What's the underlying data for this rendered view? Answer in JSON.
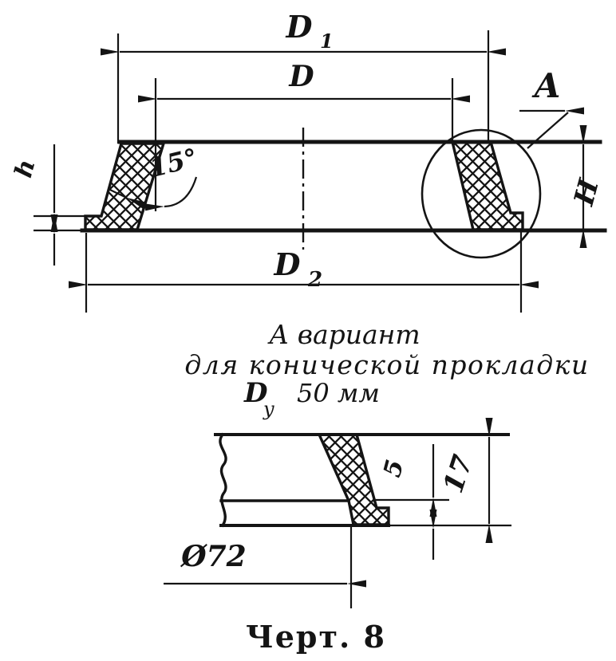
{
  "drawing": {
    "caption": "Черт. 8",
    "note": {
      "line1": "А вариант",
      "line2": "для конической прокладки",
      "line3_symbol": "D",
      "line3_subscript": "у",
      "line3_value": "50 мм"
    },
    "main_view": {
      "detail_label": "A",
      "dims": {
        "d1": {
          "main": "D",
          "sub": "1"
        },
        "d": {
          "main": "D"
        },
        "d2": {
          "main": "D",
          "sub": "2"
        },
        "h_lip": "h",
        "h_total": "H",
        "angle": "15°"
      }
    },
    "detail_view": {
      "dims": {
        "lip": "5",
        "total": "17",
        "diameter": "Ø72"
      }
    }
  }
}
